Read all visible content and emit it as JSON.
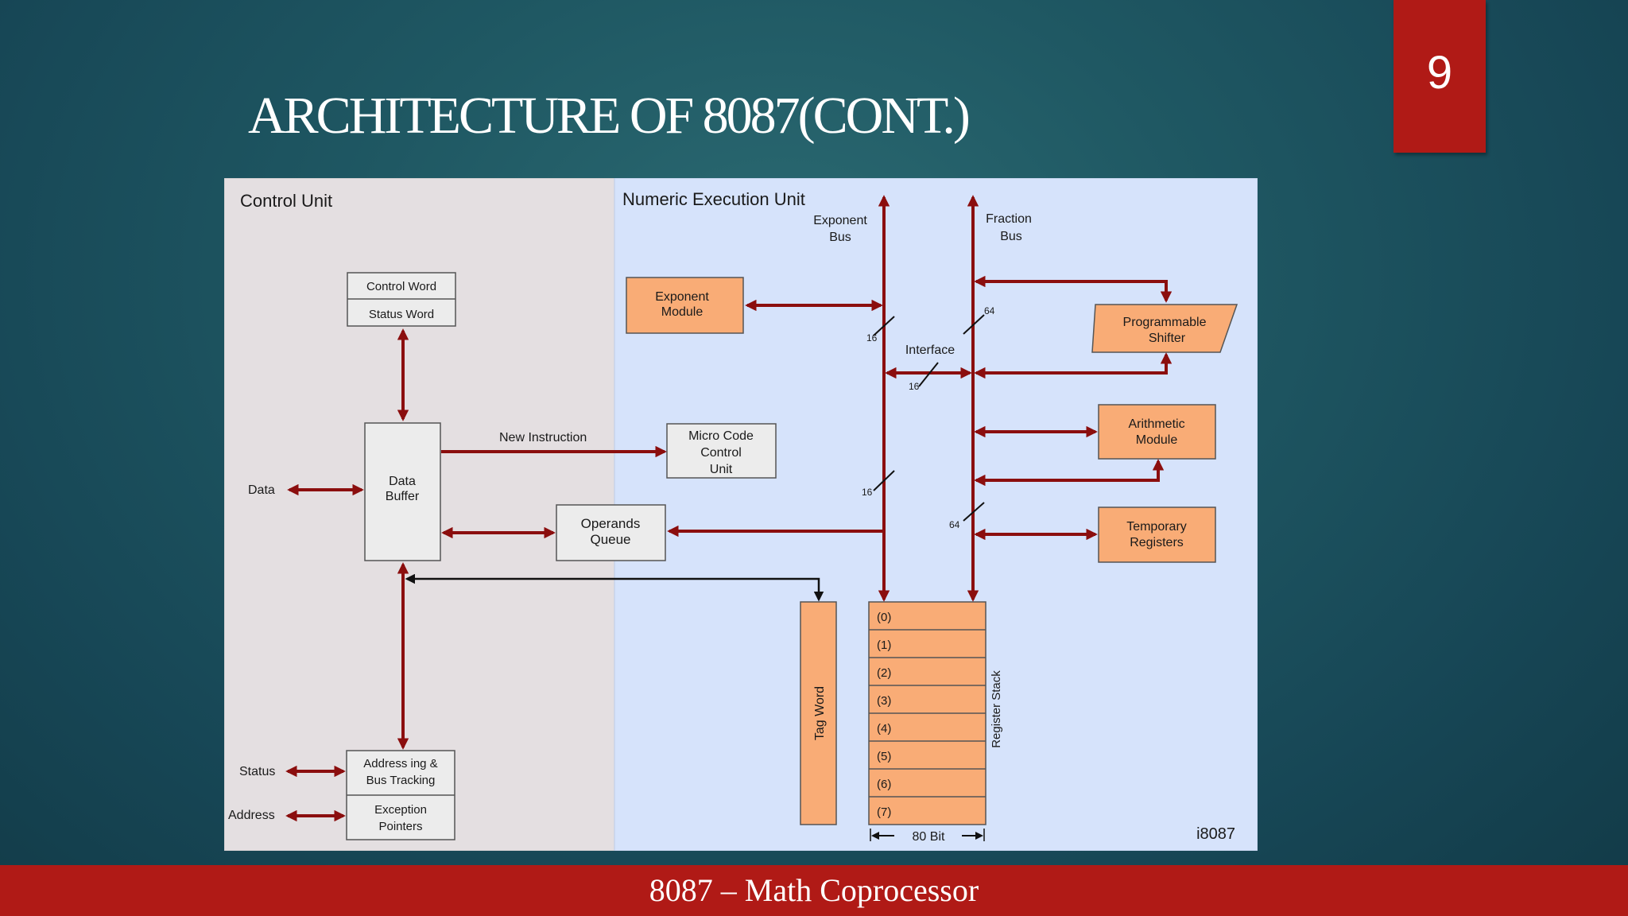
{
  "slide": {
    "title": "ARCHITECTURE OF 8087(CONT.)",
    "page_number": "9",
    "footer": "8087 – Math Coprocessor"
  },
  "colors": {
    "background": "#1d5563",
    "accent_red": "#b01a16",
    "arrow": "#8b0e0e",
    "orange_block": "#f9ac76",
    "control_unit_bg": "#e4dfe1",
    "execution_unit_bg": "#d6e3fb"
  },
  "diagram": {
    "control_unit": {
      "title": "Control Unit",
      "control_word": "Control Word",
      "status_word": "Status Word",
      "data_buffer": [
        "Data",
        "Buffer"
      ],
      "new_instruction": "New Instruction",
      "data": "Data",
      "status": "Status",
      "address": "Address",
      "addressing_tracking": [
        "Address ing &",
        "Bus  Tracking"
      ],
      "exception_pointers": [
        "Exception",
        "Pointers"
      ]
    },
    "numeric_unit": {
      "title": "Numeric Execution Unit",
      "exponent_bus": [
        "Exponent",
        "Bus"
      ],
      "fraction_bus": [
        "Fraction",
        "Bus"
      ],
      "exponent_module": [
        "Exponent",
        "Module"
      ],
      "micro_code": [
        "Micro Code",
        "Control",
        "Unit"
      ],
      "operands_queue": [
        "Operands",
        "Queue"
      ],
      "programmable_shifter": [
        "Programmable",
        "Shifter"
      ],
      "arithmetic_module": [
        "Arithmetic",
        "Module"
      ],
      "temporary_registers": [
        "Temporary",
        "Registers"
      ],
      "interface": "Interface",
      "bus_widths": [
        "16",
        "64",
        "16",
        "16",
        "64"
      ],
      "tag_word": "Tag Word",
      "register_stack_label": "Register Stack",
      "registers": [
        "(0)",
        "(1)",
        "(2)",
        "(3)",
        "(4)",
        "(5)",
        "(6)",
        "(7)"
      ],
      "bit_width": "80 Bit",
      "chip": "i8087"
    }
  }
}
